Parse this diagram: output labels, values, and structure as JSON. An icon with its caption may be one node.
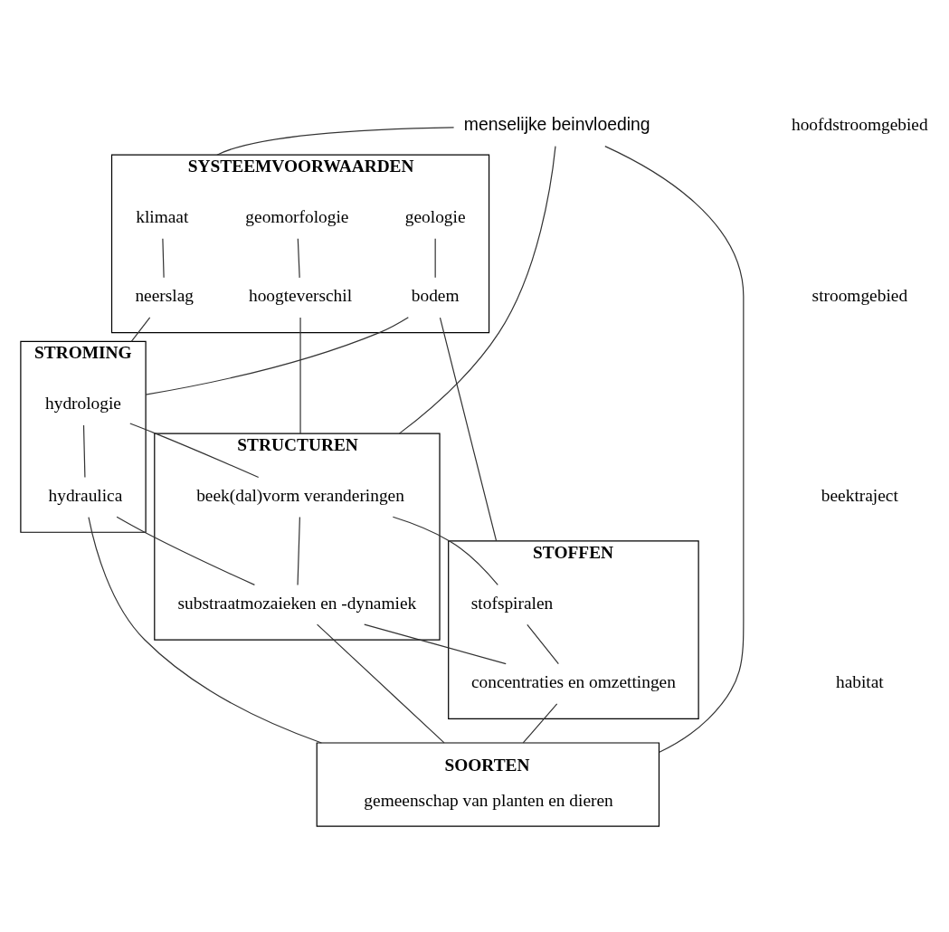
{
  "diagram": {
    "nodes": [
      {
        "text": [
          "SYSTEEMVOORWAARDEN"
        ]
      },
      {
        "text": [
          "klimaat"
        ],
        "in": 0
      },
      {
        "text": [
          "geomorfologie"
        ],
        "in": 0
      },
      {
        "text": [
          "geologie"
        ],
        "in": 0
      },
      {
        "text": [
          "neerslag"
        ],
        "in": 0
      },
      {
        "text": [
          "hoogteverschil"
        ],
        "in": 0
      },
      {
        "text": [
          "bodem"
        ],
        "in": 0
      },
      {
        "text": [
          "STROMING"
        ]
      },
      {
        "text": [
          "hydrologie"
        ],
        "in": 7
      },
      {
        "text": [
          "hydraulica"
        ],
        "in": 7
      },
      {
        "text": [
          "STRUCTUREN"
        ]
      },
      {
        "text": [
          "beek(dal)vorm veranderingen"
        ],
        "in": 10
      },
      {
        "text": [
          "substraatmozaieken en -dynamiek"
        ],
        "in": 10
      },
      {
        "text": [
          "STOFFEN"
        ]
      },
      {
        "text": [
          "stofspiralen"
        ],
        "in": 13
      },
      {
        "text": [
          "concentraties en omzettingen"
        ],
        "in": 13
      },
      {
        "text": [
          "SOORTEN",
          "gemeenschap van planten en dieren"
        ]
      },
      {
        "text": [
          "menselijke beinvloeding"
        ]
      }
    ],
    "edges": [
      {
        "from": 1,
        "to": 4,
        "arrow": "none"
      },
      {
        "from": 2,
        "to": 5,
        "arrow": "none"
      },
      {
        "from": 3,
        "to": 6,
        "arrow": "none"
      },
      {
        "from": 4,
        "to": 7,
        "arrow": "none"
      },
      {
        "from": 5,
        "to": 10,
        "arrow": "none"
      },
      {
        "from": 6,
        "to": 13,
        "arrow": "none"
      },
      {
        "from": 6,
        "to": 7,
        "arrow": "none"
      },
      {
        "from": 17,
        "to": 0,
        "arrow": "none"
      },
      {
        "from": 17,
        "to": 10,
        "arrow": "none"
      },
      {
        "from": 17,
        "to": 16,
        "arrow": "none"
      },
      {
        "from": 8,
        "to": 11,
        "arrow": "none"
      },
      {
        "from": 11,
        "to": 14,
        "arrow": "none"
      },
      {
        "from": 8,
        "to": 9,
        "arrow": "none"
      },
      {
        "from": 11,
        "to": 12,
        "arrow": "none"
      },
      {
        "from": 14,
        "to": 15,
        "arrow": "none"
      },
      {
        "from": 9,
        "to": 12,
        "arrow": "none"
      },
      {
        "from": 12,
        "to": 15,
        "arrow": "none"
      },
      {
        "from": 9,
        "to": 16,
        "arrow": "none"
      },
      {
        "from": 12,
        "to": 16,
        "arrow": "none"
      },
      {
        "from": 15,
        "to": 16,
        "arrow": "none"
      }
    ],
    "labels": [
      "hoofdstroomgebied",
      "stroomgebied",
      "beektraject",
      "habitat"
    ]
  }
}
